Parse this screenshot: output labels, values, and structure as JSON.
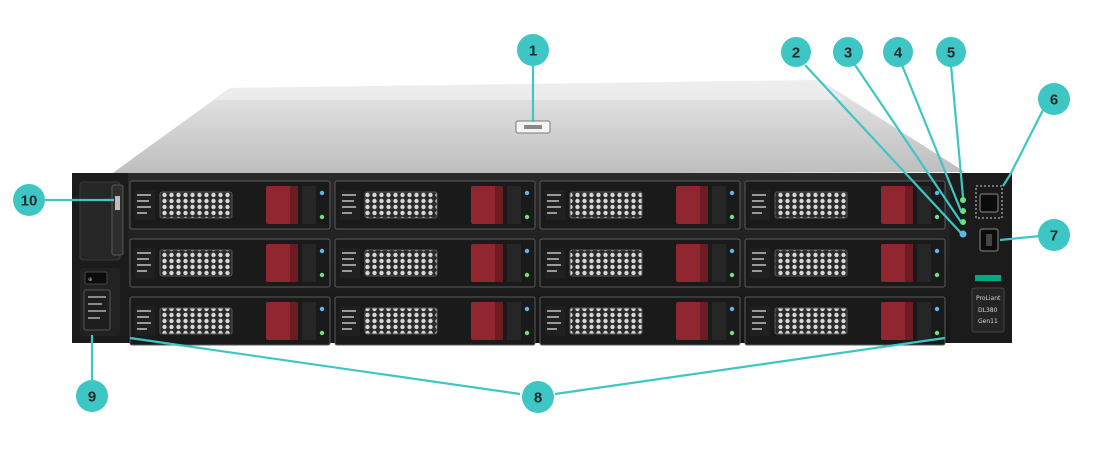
{
  "diagram": {
    "callouts": [
      {
        "id": 1,
        "label": "1"
      },
      {
        "id": 2,
        "label": "2"
      },
      {
        "id": 3,
        "label": "3"
      },
      {
        "id": 4,
        "label": "4"
      },
      {
        "id": 5,
        "label": "5"
      },
      {
        "id": 6,
        "label": "6"
      },
      {
        "id": 7,
        "label": "7"
      },
      {
        "id": 8,
        "label": "8"
      },
      {
        "id": 9,
        "label": "9"
      },
      {
        "id": 10,
        "label": "10"
      }
    ],
    "front_panel": {
      "brand_line1": "ProLiant",
      "brand_line2": "DL380",
      "brand_line3": "Gen11"
    },
    "colors": {
      "callout_fill": "#3ec6c4",
      "leader_line": "#3ec6c4",
      "drive_latch": "#8f2630",
      "chassis_top": "#d6d6d6",
      "bezel": "#1c1c1c",
      "hpe_green": "#01a982"
    }
  }
}
